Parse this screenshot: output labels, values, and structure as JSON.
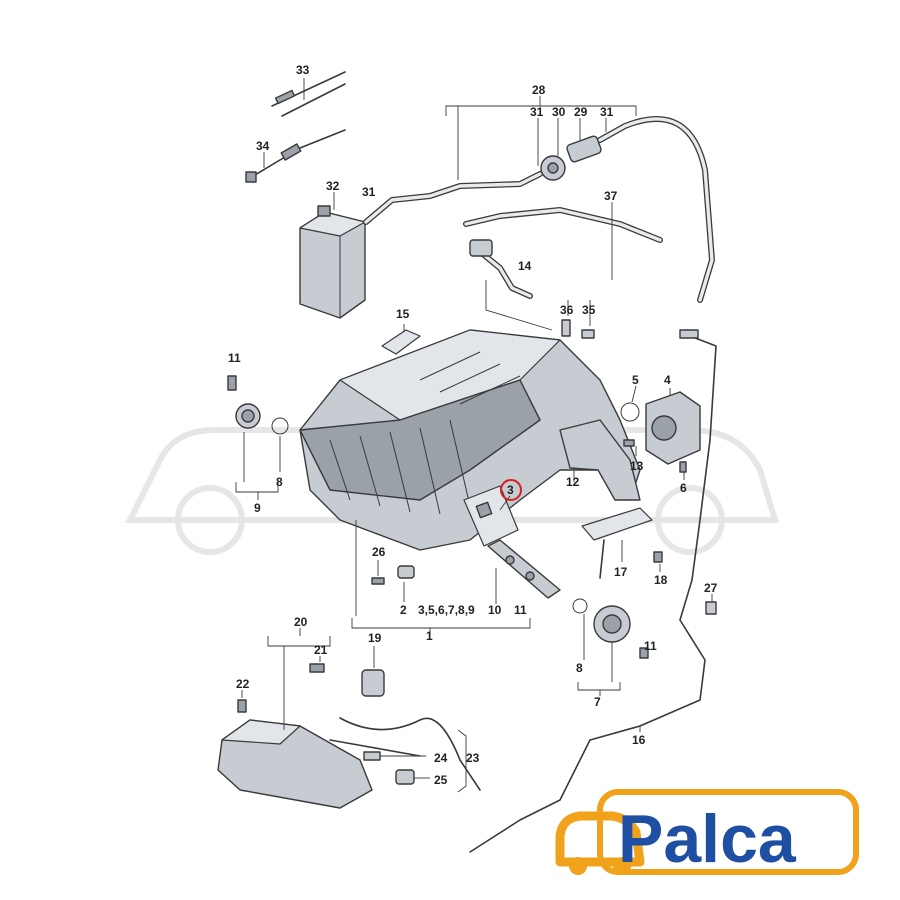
{
  "callouts": {
    "c1": "1",
    "c2": "2",
    "c3": "3",
    "c4": "4",
    "c5": "5",
    "c6": "6",
    "c7": "7",
    "c8a": "8",
    "c8b": "8",
    "c9": "9",
    "c10": "10",
    "c11a": "11",
    "c11b": "11",
    "c11c": "11",
    "c12": "12",
    "c13": "13",
    "c14": "14",
    "c15": "15",
    "c16": "16",
    "c17": "17",
    "c18": "18",
    "c19": "19",
    "c20": "20",
    "c21": "21",
    "c22": "22",
    "c23": "23",
    "c24": "24",
    "c25": "25",
    "c26": "26",
    "c27": "27",
    "c28": "28",
    "c29": "29",
    "c30": "30",
    "c31a": "31",
    "c31b": "31",
    "c31c": "31",
    "c32": "32",
    "c33": "33",
    "c34": "34",
    "c35": "35",
    "c36": "36",
    "c37": "37",
    "c_group": "3,5,6,7,8,9"
  },
  "logo": {
    "text": "Palca",
    "accent_color": "#f0a21a",
    "text_color": "#1f4fa3"
  },
  "highlight_color": "#d62020"
}
